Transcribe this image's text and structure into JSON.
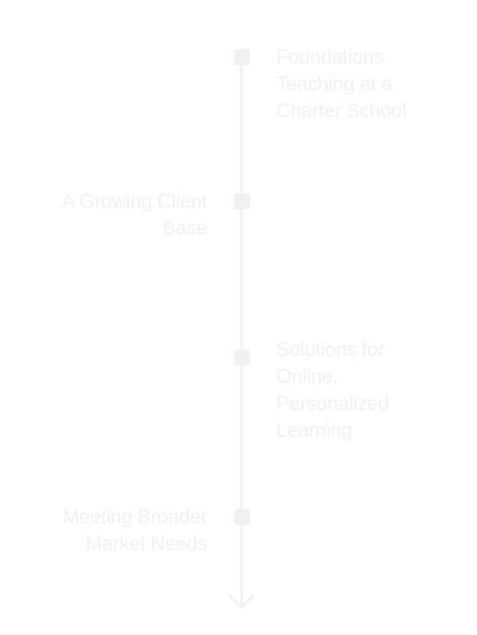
{
  "timeline": {
    "milestones": [
      {
        "label_lines": [
          "Foundations",
          "Teaching at a",
          "Charter School"
        ]
      },
      {
        "label_lines": [
          "A Growing Client",
          "Base"
        ]
      },
      {
        "label_lines": [
          "Solutions for",
          "Online,",
          "Personalized",
          "Learning"
        ]
      },
      {
        "label_lines": [
          "Meeting Broader",
          "Market Needs"
        ]
      }
    ]
  },
  "colors": {
    "background": "#ffffff",
    "line": "#f1f1f1",
    "text": "#f1f1f1"
  }
}
